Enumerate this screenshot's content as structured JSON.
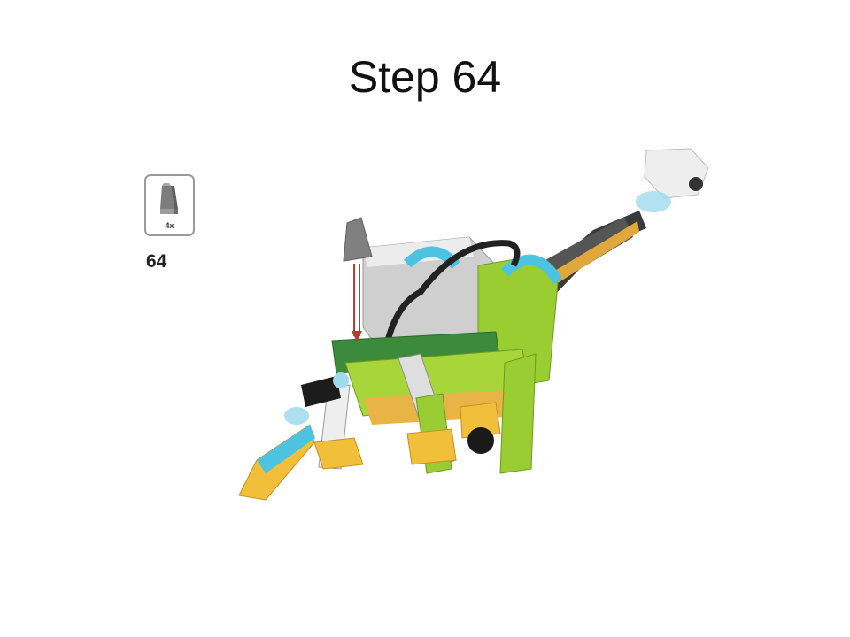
{
  "slide": {
    "title": "Step 64",
    "parts": {
      "quantity": "4x",
      "part_icon": "gray-slope-brick-icon"
    },
    "step_number": "64"
  },
  "colors": {
    "lime": "#9acd32",
    "lime_dark": "#6f9a1e",
    "gray": "#8c8c8c",
    "light_gray": "#d4d4d4",
    "white_brick": "#f2f2f2",
    "yellow": "#f2bf3a",
    "cyan": "#4cc3e0",
    "dark_green": "#3c8a3c",
    "black": "#1c1c1c",
    "arrow_red": "#c0392b"
  }
}
